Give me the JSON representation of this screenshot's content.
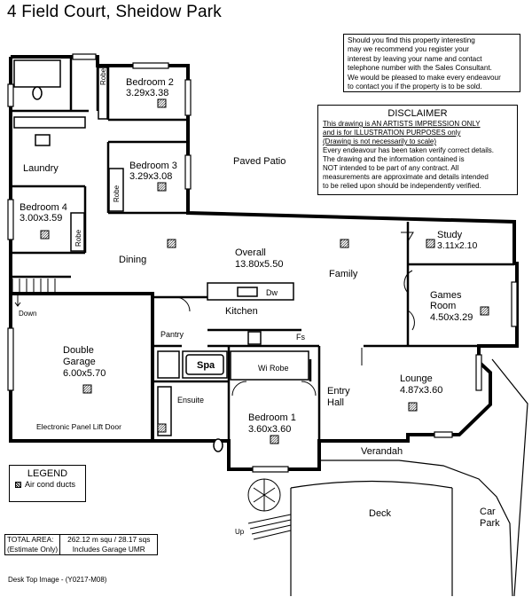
{
  "title": "4 Field Court, Sheidow Park",
  "register_note": [
    "Should you find this property interesting",
    "may we recommend you register your",
    "interest by leaving your name and contact",
    "telephone number with the Sales Consultant.",
    "We would be pleased to make every endeavour",
    "to contact you if the property is to be sold."
  ],
  "disclaimer": {
    "heading": "DISCLAIMER",
    "underlined": [
      "This drawing is AN ARTISTS IMPRESSION ONLY",
      "and is for ILLUSTRATION PURPOSES only",
      "(Drawing is not necessarily to scale)"
    ],
    "body": [
      "Every endeavour has been taken verify correct details.",
      "The drawing and the information contained is",
      "NOT intended to be part of any contract.  All",
      "measurements are approximate and details intended",
      "to be relied upon should be independently verified."
    ]
  },
  "rooms": {
    "bedroom2": {
      "name": "Bedroom 2",
      "size": "3.29x3.38"
    },
    "bedroom3": {
      "name": "Bedroom 3",
      "size": "3.29x3.08"
    },
    "bedroom4": {
      "name": "Bedroom 4",
      "size": "3.00x3.59"
    },
    "laundry": "Laundry",
    "paved_patio": "Paved Patio",
    "study": {
      "name": "Study",
      "size": "3.11x2.10"
    },
    "dining": "Dining",
    "overall": {
      "name": "Overall",
      "size": "13.80x5.50"
    },
    "family": "Family",
    "games_room": {
      "name1": "Games",
      "name2": "Room",
      "size": "4.50x3.29"
    },
    "kitchen": "Kitchen",
    "dw": "Dw",
    "pantry": "Pantry",
    "fs": "Fs",
    "spa": "Spa",
    "wi_robe": "Wi Robe",
    "ensuite": "Ensuite",
    "bedroom1": {
      "name": "Bedroom 1",
      "size": "3.60x3.60"
    },
    "entry_hall": {
      "line1": "Entry",
      "line2": "Hall"
    },
    "lounge": {
      "name": "Lounge",
      "size": "4.87x3.60"
    },
    "double_garage": {
      "line1": "Double",
      "line2": "Garage",
      "size": "6.00x5.70"
    },
    "garage_door": "Electronic Panel Lift  Door",
    "verandah": "Verandah",
    "deck": "Deck",
    "car_park": {
      "line1": "Car",
      "line2": "Park"
    },
    "robe": "Robe",
    "down": "Down",
    "up": "Up"
  },
  "legend": {
    "heading": "LEGEND",
    "item": "Air cond ducts"
  },
  "area": {
    "label1": "TOTAL AREA:",
    "label2": "(Estimate Only)",
    "value1": "262.12 m squ  /  28.17 sqs",
    "value2": "Includes Garage UMR"
  },
  "footer": "Desk Top Image -  (Y0217-M08)"
}
